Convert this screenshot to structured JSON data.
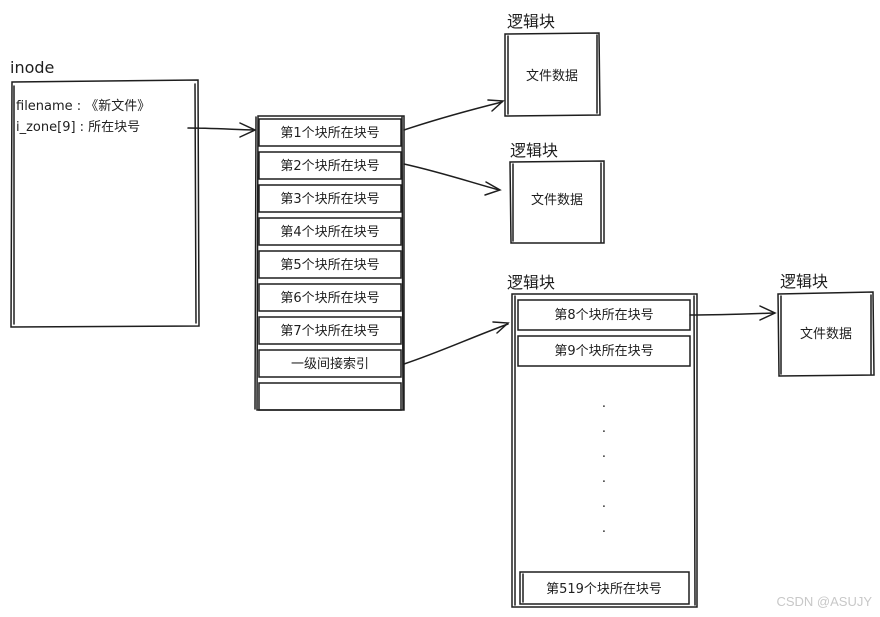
{
  "inode": {
    "title": "inode",
    "line1": "filename : 《新文件》",
    "line2": "i_zone[9] : 所在块号"
  },
  "zone_entries": [
    "第1个块所在块号",
    "第2个块所在块号",
    "第3个块所在块号",
    "第4个块所在块号",
    "第5个块所在块号",
    "第6个块所在块号",
    "第7个块所在块号",
    "一级间接索引",
    ""
  ],
  "logical_block_title": "逻辑块",
  "file_data_label": "文件数据",
  "indirect_block": {
    "title": "逻辑块",
    "entries": [
      "第8个块所在块号",
      "第9个块所在块号"
    ],
    "ellipsis": "·",
    "last_entry": "第519个块所在块号"
  },
  "watermark": "CSDN @ASUJY"
}
